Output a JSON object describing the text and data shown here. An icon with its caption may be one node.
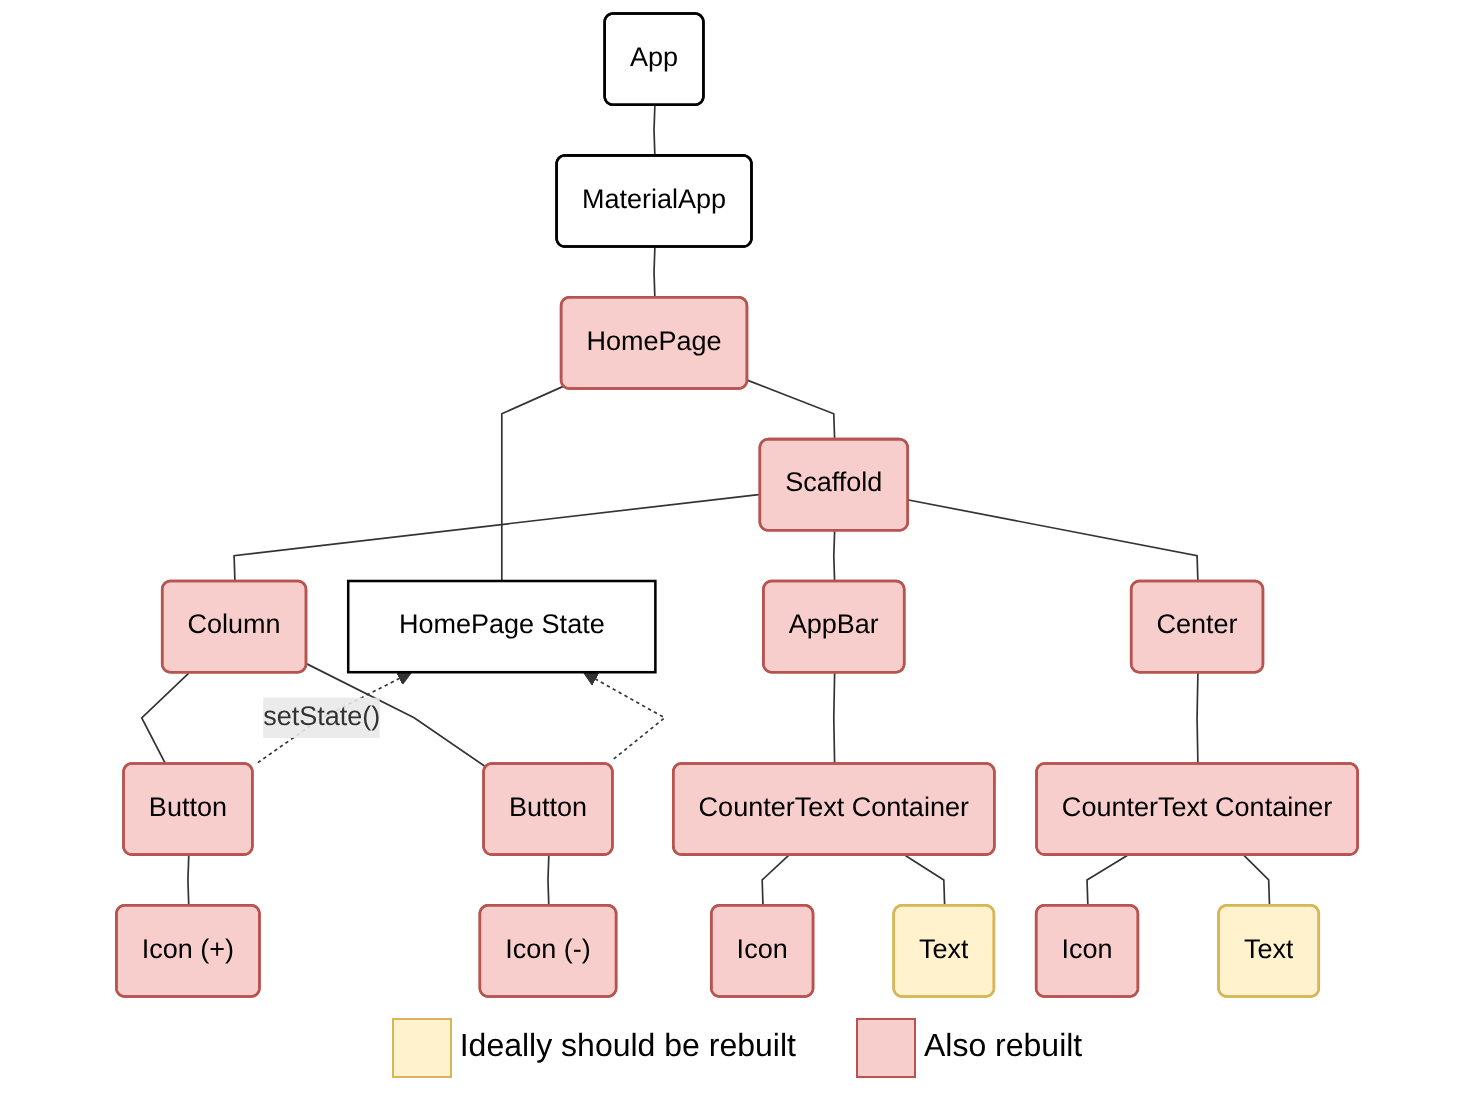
{
  "diagram": {
    "nodes": [
      {
        "text": [
          "App"
        ]
      },
      {
        "text": [
          "MaterialApp"
        ]
      },
      {
        "text": [
          "HomePage"
        ]
      },
      {
        "text": [
          "HomePage State"
        ]
      },
      {
        "text": [
          "Scaffold"
        ]
      },
      {
        "text": [
          "AppBar"
        ]
      },
      {
        "text": [
          "Center"
        ]
      },
      {
        "text": [
          "Column"
        ]
      },
      {
        "text": [
          "CounterText Container"
        ]
      },
      {
        "text": [
          "CounterText Container"
        ]
      },
      {
        "text": [
          "Button"
        ]
      },
      {
        "text": [
          "Button"
        ]
      },
      {
        "text": [
          "Icon"
        ]
      },
      {
        "text": [
          "Text"
        ]
      },
      {
        "text": [
          "Icon"
        ]
      },
      {
        "text": [
          "Text"
        ]
      },
      {
        "text": [
          "Icon (+)"
        ]
      },
      {
        "text": [
          "Icon (-)"
        ]
      }
    ],
    "edges": [
      {
        "from": 0,
        "to": 1,
        "arrow": "none"
      },
      {
        "from": 1,
        "to": 2,
        "arrow": "none"
      },
      {
        "from": 2,
        "to": 3,
        "arrow": "none"
      },
      {
        "from": 2,
        "to": 4,
        "arrow": "none"
      },
      {
        "from": 4,
        "to": 5,
        "arrow": "none"
      },
      {
        "from": 4,
        "to": 6,
        "arrow": "none"
      },
      {
        "from": 4,
        "to": 7,
        "arrow": "none"
      },
      {
        "from": 5,
        "to": 8,
        "arrow": "none"
      },
      {
        "from": 6,
        "to": 9,
        "arrow": "none"
      },
      {
        "from": 7,
        "to": 10,
        "arrow": "none"
      },
      {
        "from": 7,
        "to": 11,
        "arrow": "none"
      },
      {
        "from": 8,
        "to": 12,
        "arrow": "none"
      },
      {
        "from": 8,
        "to": 13,
        "arrow": "none"
      },
      {
        "from": 9,
        "to": 14,
        "arrow": "none"
      },
      {
        "from": 9,
        "to": 15,
        "arrow": "none"
      },
      {
        "from": 10,
        "to": 16,
        "arrow": "none"
      },
      {
        "from": 11,
        "to": 17,
        "arrow": "none"
      },
      {
        "from": 10,
        "to": 3,
        "arrow": "to",
        "style": "dashed",
        "label": "setState()"
      },
      {
        "from": 11,
        "to": 3,
        "arrow": "to",
        "style": "dashed"
      }
    ],
    "legend": [
      {
        "text": "Ideally should be rebuilt",
        "color": "#fff2cc"
      },
      {
        "text": "Also rebuilt",
        "color": "#f8cecc"
      }
    ]
  }
}
